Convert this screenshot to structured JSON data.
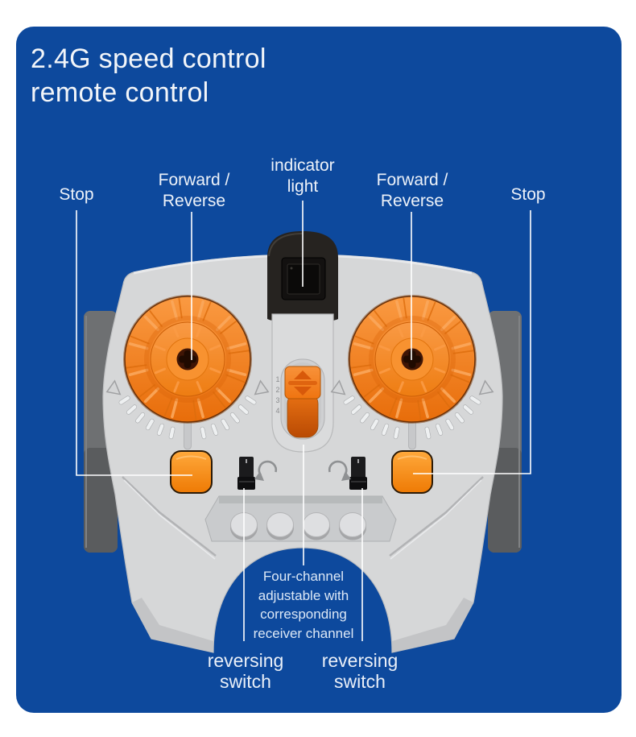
{
  "title": {
    "text": "2.4G speed control\nremote control"
  },
  "callouts": {
    "stop_left": "Stop",
    "forward_reverse_left": "Forward /\nReverse",
    "indicator_light": "indicator\nlight",
    "forward_reverse_right": "Forward /\nReverse",
    "stop_right": "Stop",
    "four_channel_note": "Four-channel\nadjustable with\ncorresponding\nreceiver channel",
    "reversing_switch_left": "reversing\nswitch",
    "reversing_switch_right": "reversing\nswitch"
  },
  "remote": {
    "channel_numbers": [
      "1",
      "2",
      "3",
      "4"
    ]
  },
  "colors": {
    "page_background": "#ffffff",
    "card_blue": "#0d499d",
    "accent_orange": "#f5821f",
    "body_gray": "#d6d7d8",
    "grip_gray": "#6e7072",
    "ir_module_black": "#262320",
    "leader_line": "#ffffff",
    "label_text": "#edf2f9"
  }
}
